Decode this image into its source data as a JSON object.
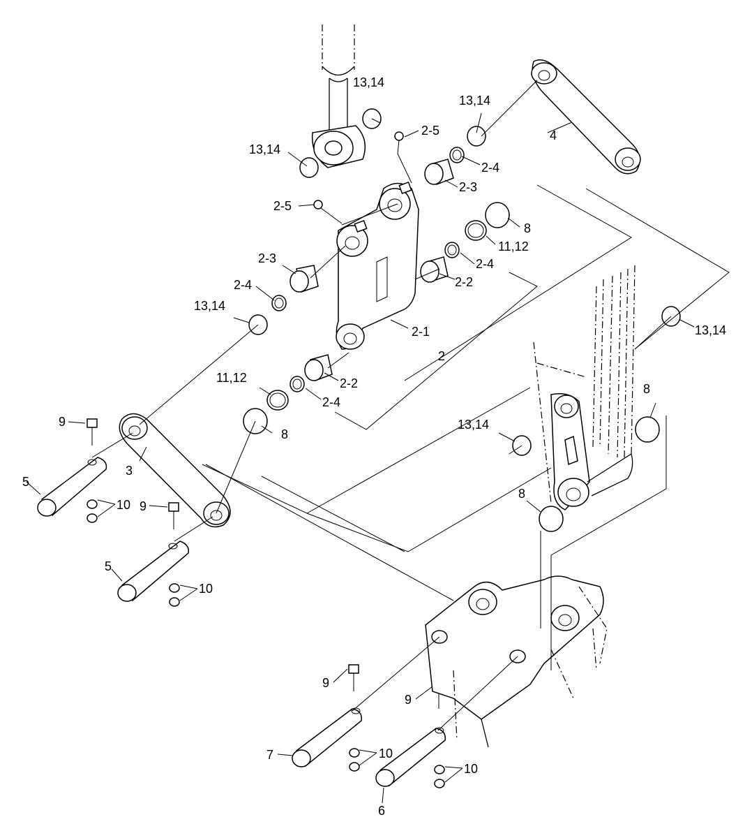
{
  "labels": {
    "l_13_14_a": "13,14",
    "l_13_14_b": "13,14",
    "l_13_14_c": "13,14",
    "l_13_14_d": "13,14",
    "l_13_14_e": "13,14",
    "l_13_14_f": "13,14",
    "l_2_5_a": "2-5",
    "l_2_5_b": "2-5",
    "l_2_4_a": "2-4",
    "l_2_4_b": "2-4",
    "l_2_4_c": "2-4",
    "l_2_4_d": "2-4",
    "l_2_3_a": "2-3",
    "l_2_3_b": "2-3",
    "l_2_2_a": "2-2",
    "l_2_2_b": "2-2",
    "l_2_1": "2-1",
    "l_2": "2",
    "l_4": "4",
    "l_3": "3",
    "l_8_a": "8",
    "l_8_b": "8",
    "l_8_c": "8",
    "l_8_d": "8",
    "l_11_12_a": "11,12",
    "l_11_12_b": "11,12",
    "l_9_a": "9",
    "l_9_b": "9",
    "l_9_c": "9",
    "l_9_d": "9",
    "l_10_a": "10",
    "l_10_b": "10",
    "l_10_c": "10",
    "l_10_d": "10",
    "l_5_a": "5",
    "l_5_b": "5",
    "l_6": "6",
    "l_7": "7"
  }
}
